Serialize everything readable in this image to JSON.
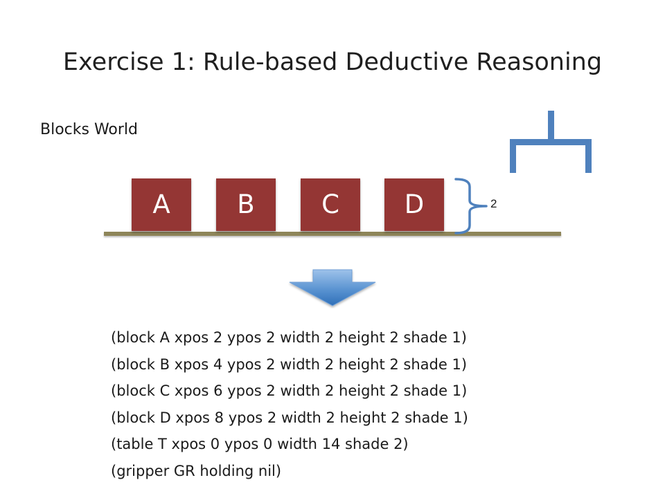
{
  "slide": {
    "title": "Exercise 1: Rule-based Deductive Reasoning",
    "subtitle": "Blocks World"
  },
  "scene": {
    "blocks": [
      "A",
      "B",
      "C",
      "D"
    ],
    "height_label": "2",
    "colors": {
      "block": "#943634",
      "block_text": "#ffffff",
      "table": "#8e8559",
      "gripper": "#4f81bd",
      "arrow": "#4a86c5"
    },
    "icons": [
      "curly-brace-icon",
      "gripper-icon",
      "down-arrow-icon"
    ]
  },
  "facts": [
    "(block A xpos 2 ypos 2 width 2 height 2 shade 1)",
    "(block B xpos 4 ypos 2 width 2 height 2 shade 1)",
    "(block C xpos 6 ypos 2 width 2 height 2 shade 1)",
    "(block D xpos 8 ypos 2 width 2 height 2 shade 1)",
    "(table T xpos 0 ypos 0 width 14 shade 2)",
    "(gripper GR holding nil)"
  ]
}
